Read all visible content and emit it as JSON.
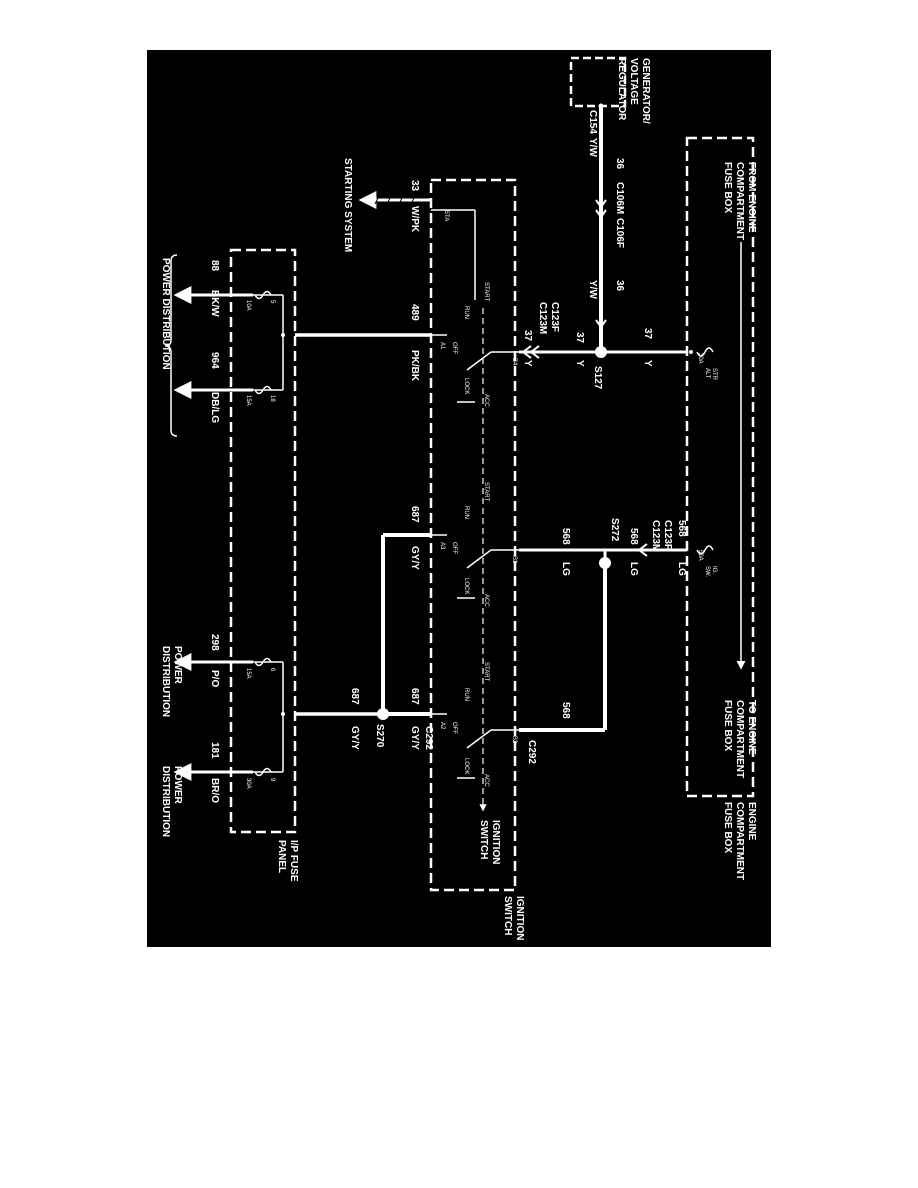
{
  "colors": {
    "background": "#000000",
    "line": "#ffffff",
    "page": "#ffffff"
  },
  "components": {
    "engine_fuse_box_from": {
      "line1": "FROM ENGINE",
      "line2": "COMPARTMENT",
      "line3": "FUSE BOX"
    },
    "engine_fuse_box_to": {
      "line1": "TO ENGINE",
      "line2": "COMPARTMENT",
      "line3": "FUSE BOX"
    },
    "engine_fuse_box_name": {
      "line1": "ENGINE",
      "line2": "COMPARTMENT",
      "line3": "FUSE BOX"
    },
    "generator": {
      "line1": "GENERATOR/",
      "line2": "VOLTAGE",
      "line3": "REGULATOR"
    },
    "ignition_switch_inner": {
      "line1": "IGNITION",
      "line2": "SWITCH"
    },
    "ignition_switch_name": {
      "line1": "IGNITION",
      "line2": "SWITCH"
    },
    "ip_fuse_panel_name": {
      "line1": "I/P FUSE",
      "line2": "PANEL"
    }
  },
  "fuses": {
    "str_alt": {
      "line1": "STR",
      "line2": "ALT",
      "rating": "30A"
    },
    "ig_sw": {
      "line1": "IG.",
      "line2": "SW.",
      "rating": "50A"
    },
    "f5": {
      "id": "5",
      "rating": "10A"
    },
    "f18": {
      "id": "18",
      "rating": "15A"
    },
    "f6": {
      "id": "6",
      "rating": "15A"
    },
    "f9": {
      "id": "9",
      "rating": "30A"
    }
  },
  "switch_positions": {
    "start": "START",
    "run": "RUN",
    "off": "OFF",
    "lock": "LOCK",
    "acc": "ACC",
    "sta": "STA"
  },
  "pins": {
    "a1": "A1",
    "a3": "A3",
    "a2": "A2",
    "b4": "B4",
    "b3": "B3",
    "b2": "B2"
  },
  "connectors": {
    "c154": "C154",
    "c106m": "C106M",
    "c106f": "C106F",
    "c123f": "C123F",
    "c123m": "C123M",
    "c292_top": "C292",
    "c292_bottom": "C292"
  },
  "splices": {
    "s127": "S127",
    "s272": "S272",
    "s270": "S270"
  },
  "circuits": {
    "c36a": "36",
    "c36b": "36",
    "c37a": "37",
    "c37b": "37",
    "c37c": "37",
    "c568a": "568",
    "c568b": "568",
    "c568c": "568",
    "c568d": "568",
    "c33": "33",
    "c489": "489",
    "c687a": "687",
    "c687b": "687",
    "c687c": "687",
    "c88": "88",
    "c964": "964",
    "c298": "298",
    "c181": "181"
  },
  "wire_colors": {
    "yw1": "Y/W",
    "yw2": "Y/W",
    "y1": "Y",
    "y2": "Y",
    "y3": "Y",
    "lg1": "LG",
    "lg2": "LG",
    "lg3": "LG",
    "wpk": "W/PK",
    "pkbk": "PK/BK",
    "gyy1": "GY/Y",
    "gyy2": "GY/Y",
    "gyy3": "GY/Y",
    "bkw": "BK/W",
    "dblg": "DB/LG",
    "po": "P/O",
    "bro": "BR/O"
  },
  "destinations": {
    "starting_system": "STARTING SYSTEM",
    "power_distribution_main": "POWER DISTRIBUTION",
    "pd298": {
      "line1": "POWER",
      "line2": "DISTRIBUTION"
    },
    "pd181": {
      "line1": "POWER",
      "line2": "DISTRIBUTION"
    }
  }
}
